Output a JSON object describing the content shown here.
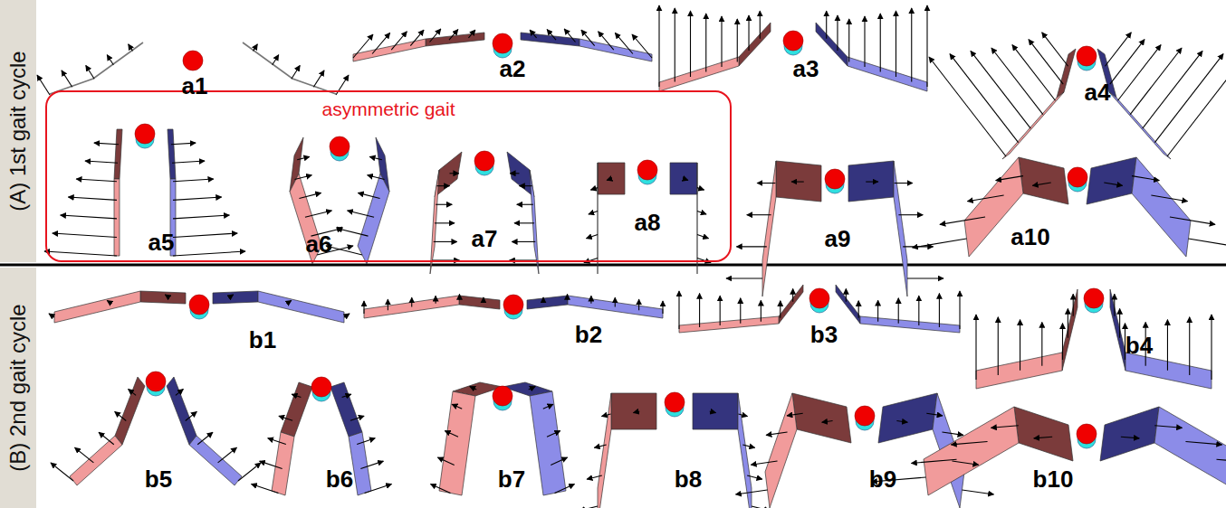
{
  "diagram": {
    "nodes": [
      {
        "text": [
          "(A) 1st gait cycle"
        ]
      },
      {
        "text": [
          "asymmetric gait"
        ]
      },
      {
        "text": [
          "(B) 2nd gait cycle"
        ]
      }
    ],
    "labels": [
      "a1",
      "a2",
      "a3",
      "a4",
      "a5",
      "a6",
      "a7",
      "a8",
      "a9",
      "a10",
      "b1",
      "b2",
      "b3",
      "b4",
      "b5",
      "b6",
      "b7",
      "b8",
      "b9",
      "b10"
    ]
  }
}
